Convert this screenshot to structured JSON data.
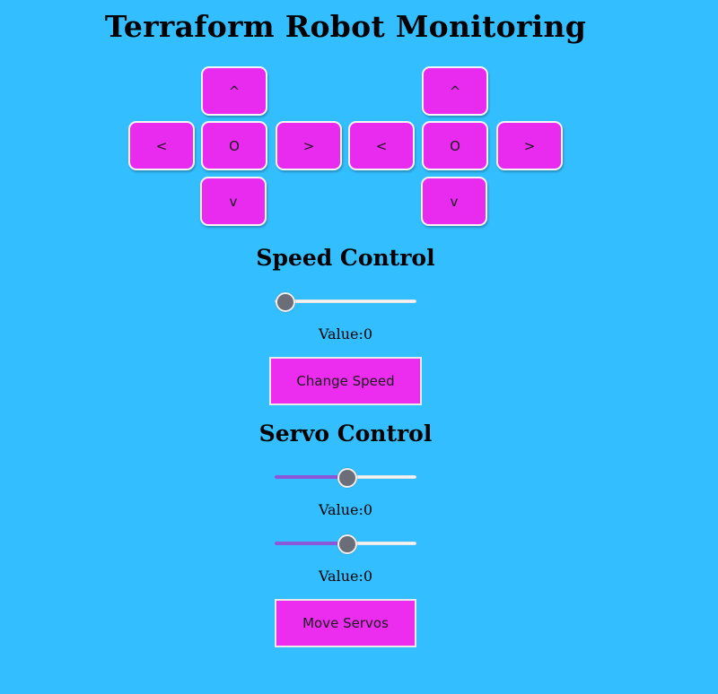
{
  "page": {
    "title": "Terraform Robot Monitoring",
    "background_color": "#33bfff",
    "button_color": "#e92bf0"
  },
  "left_dpad": {
    "up": "^",
    "left": "<",
    "center": "O",
    "right": ">",
    "down": "v"
  },
  "right_dpad": {
    "up": "^",
    "left": "<",
    "center": "O",
    "right": ">",
    "down": "v"
  },
  "speed_control": {
    "heading": "Speed Control",
    "slider_level": 0,
    "value_text": "Value:0",
    "button_label": "Change Speed"
  },
  "servo_control": {
    "heading": "Servo Control",
    "servo1_slider_level": 0.5,
    "servo1_value_text": "Value:0",
    "servo2_slider_level": 0.5,
    "servo2_value_text": "Value:0",
    "button_label": "Move Servos",
    "slider_fill_color": "#8a57d8"
  }
}
